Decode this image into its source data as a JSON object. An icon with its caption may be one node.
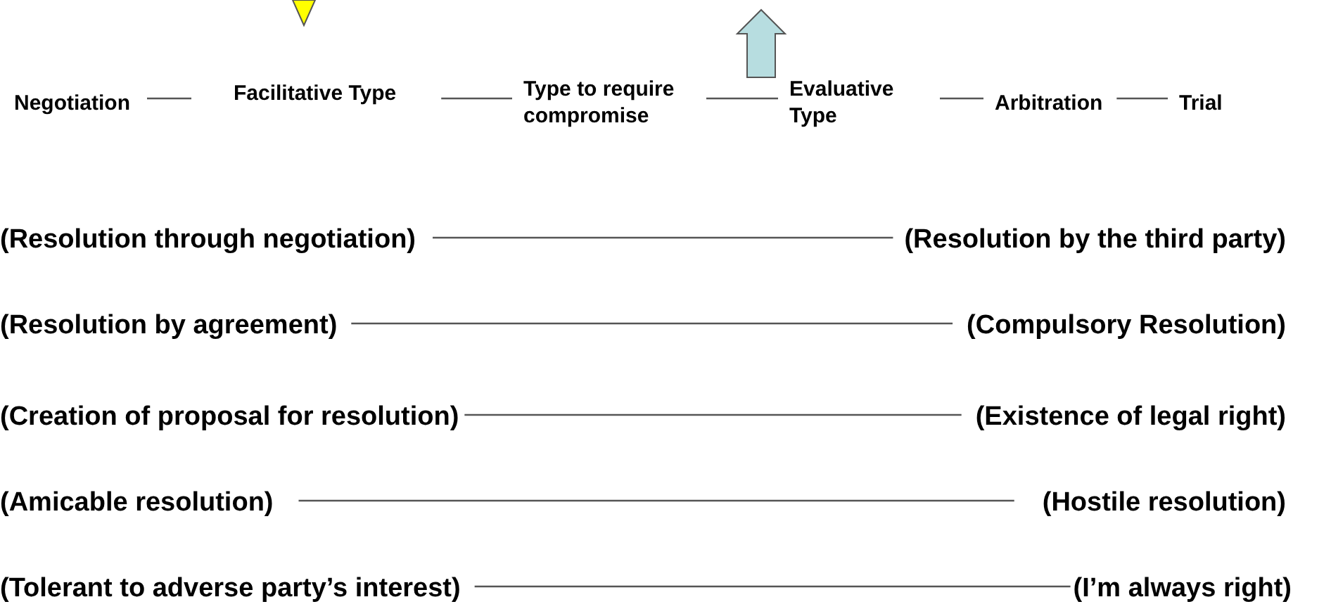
{
  "diagram": {
    "nodes": [
      {
        "text": [
          "Negotiation"
        ]
      },
      {
        "text": [
          "Facilitative Type"
        ]
      },
      {
        "text": [
          "Type to require compromise"
        ]
      },
      {
        "text": [
          "Evaluative Type"
        ]
      },
      {
        "text": [
          "Arbitration"
        ]
      },
      {
        "text": [
          "Trial"
        ]
      },
      {
        "text": [
          "(Resolution through negotiation)"
        ]
      },
      {
        "text": [
          "(Resolution by the third party)"
        ]
      },
      {
        "text": [
          "(Resolution by agreement)"
        ]
      },
      {
        "text": [
          "(Compulsory Resolution)"
        ]
      },
      {
        "text": [
          "(Creation of proposal for resolution)"
        ]
      },
      {
        "text": [
          "(Existence of legal right)"
        ]
      },
      {
        "text": [
          "(Amicable resolution)"
        ]
      },
      {
        "text": [
          "(Hostile resolution)"
        ]
      },
      {
        "text": [
          "(Tolerant to adverse party’s interest)"
        ]
      },
      {
        "text": [
          "(I’m always right)"
        ]
      }
    ],
    "edges": [
      {
        "from": 0,
        "to": 1,
        "arrow": "none"
      },
      {
        "from": 1,
        "to": 2,
        "arrow": "none"
      },
      {
        "from": 2,
        "to": 3,
        "arrow": "none"
      },
      {
        "from": 3,
        "to": 4,
        "arrow": "none"
      },
      {
        "from": 4,
        "to": 5,
        "arrow": "none"
      },
      {
        "from": 6,
        "to": 7,
        "arrow": "none"
      },
      {
        "from": 8,
        "to": 9,
        "arrow": "none"
      },
      {
        "from": 10,
        "to": 11,
        "arrow": "none"
      },
      {
        "from": 12,
        "to": 13,
        "arrow": "none"
      },
      {
        "from": 14,
        "to": 15,
        "arrow": "none"
      }
    ]
  }
}
